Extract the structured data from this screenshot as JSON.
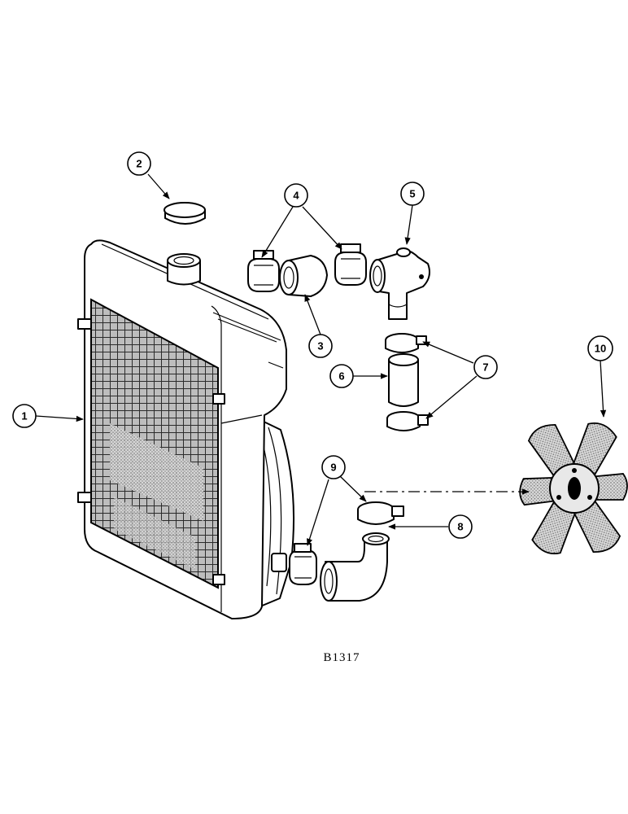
{
  "figure_label": "B1317",
  "callouts": {
    "c1": "1",
    "c2": "2",
    "c3": "3",
    "c4": "4",
    "c5": "5",
    "c6": "6",
    "c7": "7",
    "c8": "8",
    "c9": "9",
    "c10": "10"
  }
}
